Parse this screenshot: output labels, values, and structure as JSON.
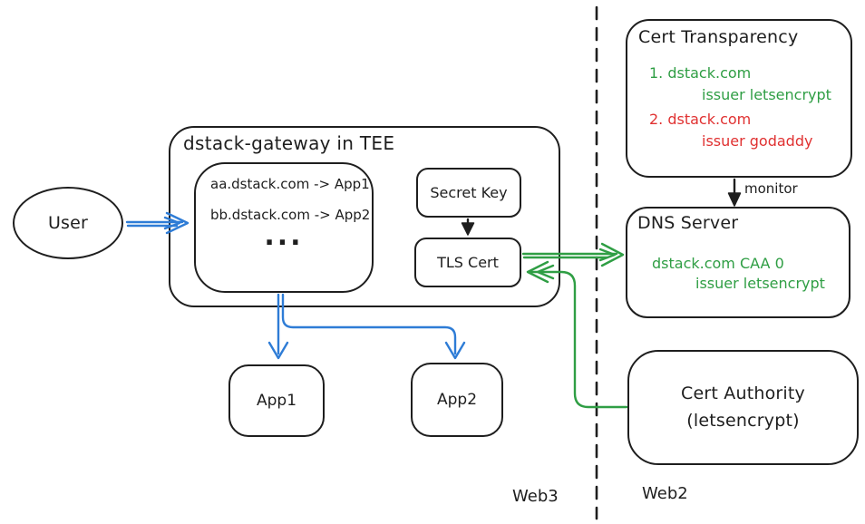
{
  "colors": {
    "ink": "#1e1e1e",
    "blue": "#2e7cd6",
    "green": "#2f9e44",
    "red": "#e03131",
    "bg": "#ffffff"
  },
  "user": {
    "label": "User"
  },
  "gateway": {
    "title": "dstack-gateway in TEE",
    "routes": {
      "line1": "aa.dstack.com -> App1",
      "line2": "bb.dstack.com -> App2",
      "ellipsis": "..."
    },
    "secret_key_label": "Secret Key",
    "tls_cert_label": "TLS Cert"
  },
  "apps": {
    "app1": "App1",
    "app2": "App2"
  },
  "cert_transparency": {
    "title": "Cert Transparency",
    "entries": [
      {
        "domain": "1. dstack.com",
        "issuer": "issuer letsencrypt",
        "status_color": "#2f9e44"
      },
      {
        "domain": "2. dstack.com",
        "issuer": "issuer godaddy",
        "status_color": "#e03131"
      }
    ]
  },
  "monitor_label": "monitor",
  "dns_server": {
    "title": "DNS Server",
    "record_line1": "dstack.com CAA 0",
    "record_line2": "issuer letsencrypt"
  },
  "cert_authority": {
    "line1": "Cert Authority",
    "line2": "(letsencrypt)"
  },
  "zones": {
    "left": "Web3",
    "right": "Web2"
  }
}
